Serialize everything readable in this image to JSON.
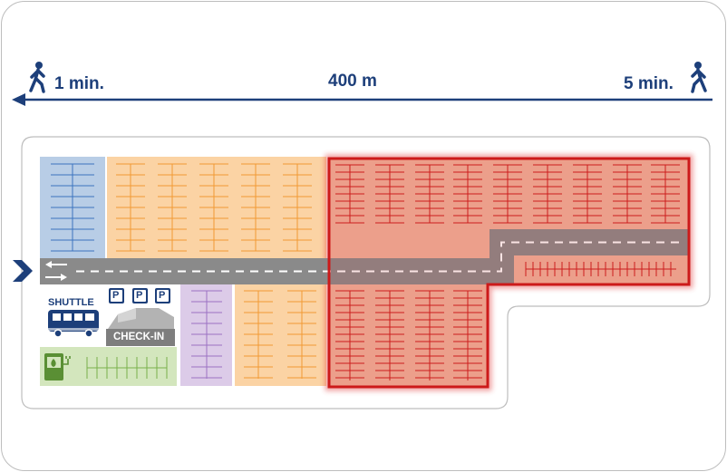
{
  "distance_bar": {
    "left_time": "1 min.",
    "distance": "400 m",
    "right_time": "5 min.",
    "left_icon": "walking-person-icon",
    "right_icon": "walking-person-icon"
  },
  "facilities": {
    "shuttle_label": "SHUTTLE",
    "checkin_label": "CHECK-IN",
    "parking_signs": [
      "P",
      "P",
      "P"
    ],
    "icons": [
      "entrance-chevron-icon",
      "two-way-arrows-icon",
      "shuttle-bus-icon",
      "parking-sign-icon",
      "check-in-building-icon",
      "ev-charging-icon"
    ]
  },
  "zones": [
    {
      "id": "blue",
      "color": "#b8cde6",
      "line": "#3b74bf"
    },
    {
      "id": "orange",
      "color": "#fbd3a4",
      "line": "#f29a33"
    },
    {
      "id": "purple",
      "color": "#dccbe8",
      "line": "#9b72c2"
    },
    {
      "id": "green",
      "color": "#d3e6bd",
      "line": "#79b04a"
    },
    {
      "id": "red-highlighted",
      "color": "#ec9f8b",
      "line": "#cc1d1d",
      "highlighted": true
    }
  ],
  "colors": {
    "navy": "#1d3f7a",
    "road": "#8a8a8a",
    "highlight": "#d52020"
  }
}
